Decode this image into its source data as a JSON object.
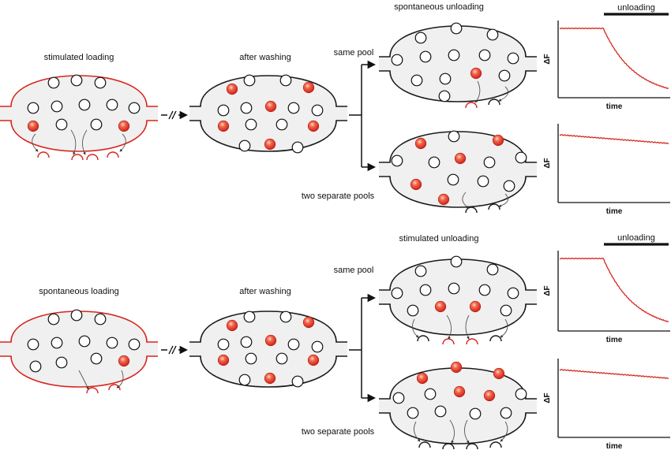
{
  "colors": {
    "membrane_red": "#d7261e",
    "membrane_black": "#1a1a1a",
    "cell_fill": "#f0f0f0",
    "vesicle_red": "#e8382a",
    "trace_red": "#d7261e"
  },
  "labels": {
    "top_loading": "stimulated loading",
    "top_washing": "after washing",
    "top_unloading": "spontaneous unloading",
    "top_same": "same pool",
    "top_two": "two separate pools",
    "bot_loading": "spontaneous loading",
    "bot_washing": "after washing",
    "bot_unloading": "stimulated unloading",
    "bot_same": "same pool",
    "bot_two": "two separate pools"
  },
  "graphs": [
    {
      "id": "g1",
      "ylabel": "ΔF",
      "xlabel": "time",
      "bar_label": "unloading",
      "decay": true
    },
    {
      "id": "g2",
      "ylabel": "ΔF",
      "xlabel": "time",
      "bar_label": "",
      "decay": false
    },
    {
      "id": "g3",
      "ylabel": "ΔF",
      "xlabel": "time",
      "bar_label": "unloading",
      "decay": true
    },
    {
      "id": "g4",
      "ylabel": "ΔF",
      "xlabel": "time",
      "bar_label": "",
      "decay": false
    }
  ],
  "icons": {
    "break_symbol": "double-slash-icon",
    "arrow": "arrow-right-icon"
  }
}
